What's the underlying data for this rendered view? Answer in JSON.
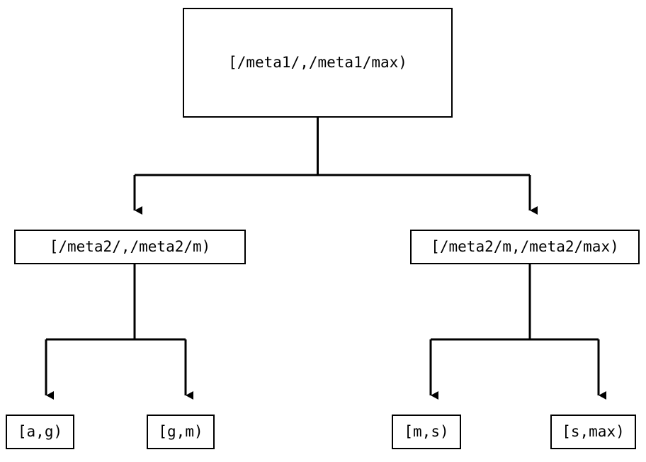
{
  "diagram": {
    "type": "binary-interval-tree",
    "orientation": "top-down",
    "background_color": "#ffffff",
    "stroke_color": "#000000",
    "text_color": "#000000",
    "nodes": {
      "root": {
        "label": "[/meta1/,/meta1/max)"
      },
      "level2": [
        {
          "label": "[/meta2/,/meta2/m)"
        },
        {
          "label": "[/meta2/m,/meta2/max)"
        }
      ],
      "leaves": [
        {
          "label": "[a,g)"
        },
        {
          "label": "[g,m)"
        },
        {
          "label": "[m,s)"
        },
        {
          "label": "[s,max)"
        }
      ]
    },
    "edges": [
      {
        "from": "[/meta1/,/meta1/max)",
        "to": "[/meta2/,/meta2/m)",
        "arrow": "filled-triangle-down"
      },
      {
        "from": "[/meta1/,/meta1/max)",
        "to": "[/meta2/m,/meta2/max)",
        "arrow": "filled-triangle-down"
      },
      {
        "from": "[/meta2/,/meta2/m)",
        "to": "[a,g)",
        "arrow": "filled-triangle-down"
      },
      {
        "from": "[/meta2/,/meta2/m)",
        "to": "[g,m)",
        "arrow": "filled-triangle-down"
      },
      {
        "from": "[/meta2/m,/meta2/max)",
        "to": "[m,s)",
        "arrow": "filled-triangle-down"
      },
      {
        "from": "[/meta2/m,/meta2/max)",
        "to": "[s,max)",
        "arrow": "filled-triangle-down"
      }
    ]
  }
}
